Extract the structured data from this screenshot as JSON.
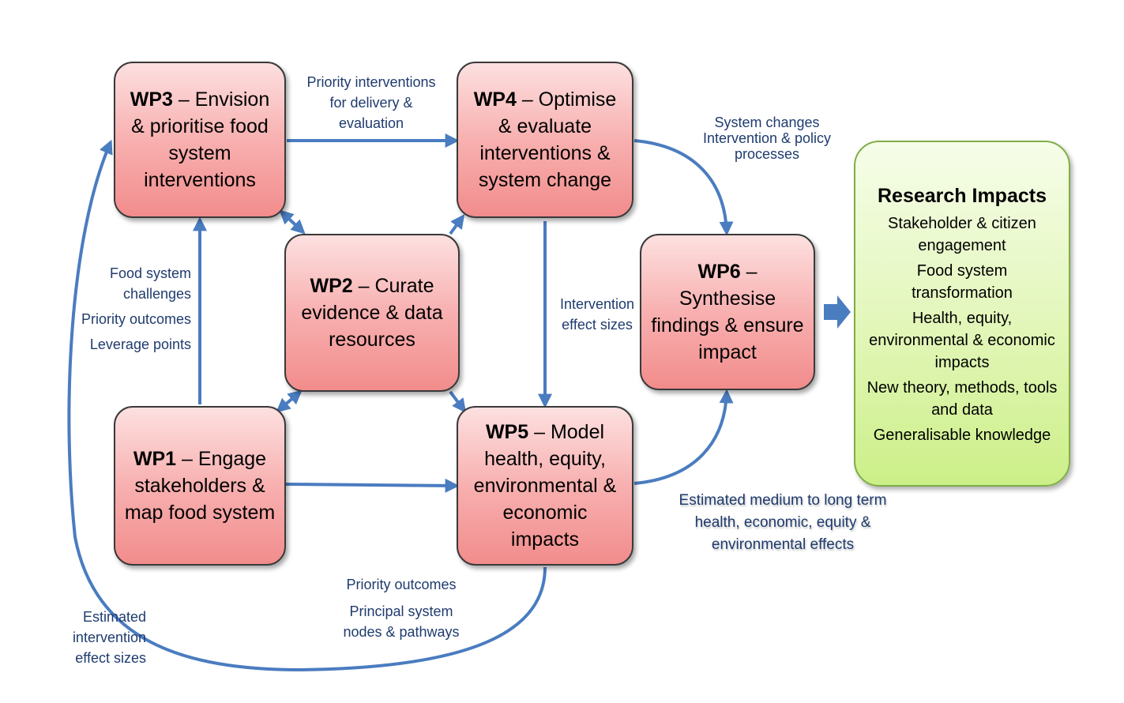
{
  "boxes": {
    "wp3": {
      "code": "WP3",
      "text": "Envision & prioritise food system interventions"
    },
    "wp4": {
      "code": "WP4",
      "text": "Optimise & evaluate interventions & system change"
    },
    "wp2": {
      "code": "WP2",
      "text": "Curate evidence & data resources"
    },
    "wp1": {
      "code": "WP1",
      "text": "Engage stakeholders & map food system"
    },
    "wp5": {
      "code": "WP5",
      "text": "Model health, equity, environmental & economic impacts"
    },
    "wp6": {
      "code": "WP6",
      "text": "Synthesise findings & ensure impact"
    }
  },
  "impacts": {
    "title": "Research Impacts",
    "items": [
      "Stakeholder & citizen engagement",
      "Food system transformation",
      "Health, equity, environmental & economic impacts",
      "New theory, methods, tools and data",
      "Generalisable knowledge"
    ]
  },
  "labels": {
    "wp3_wp4": [
      "Priority interventions",
      "for delivery &",
      "evaluation"
    ],
    "wp4_wp6": [
      "System changes",
      "Intervention & policy",
      "processes"
    ],
    "wp1_wp3": [
      "Food system",
      "challenges",
      "Priority outcomes",
      "Leverage points"
    ],
    "wp4_wp5": [
      "Intervention",
      "effect sizes"
    ],
    "wp5_wp6": [
      "Estimated medium to long term",
      "health, economic, equity &",
      "environmental effects"
    ],
    "wp5_loop": [
      "Priority outcomes",
      "Principal system",
      "nodes & pathways"
    ],
    "loop_left": [
      "Estimated",
      "intervention",
      "effect sizes"
    ]
  },
  "colors": {
    "arrow": "#4a7cc0",
    "label": "#1f3b6e",
    "box_border": "#3a3a3a"
  }
}
